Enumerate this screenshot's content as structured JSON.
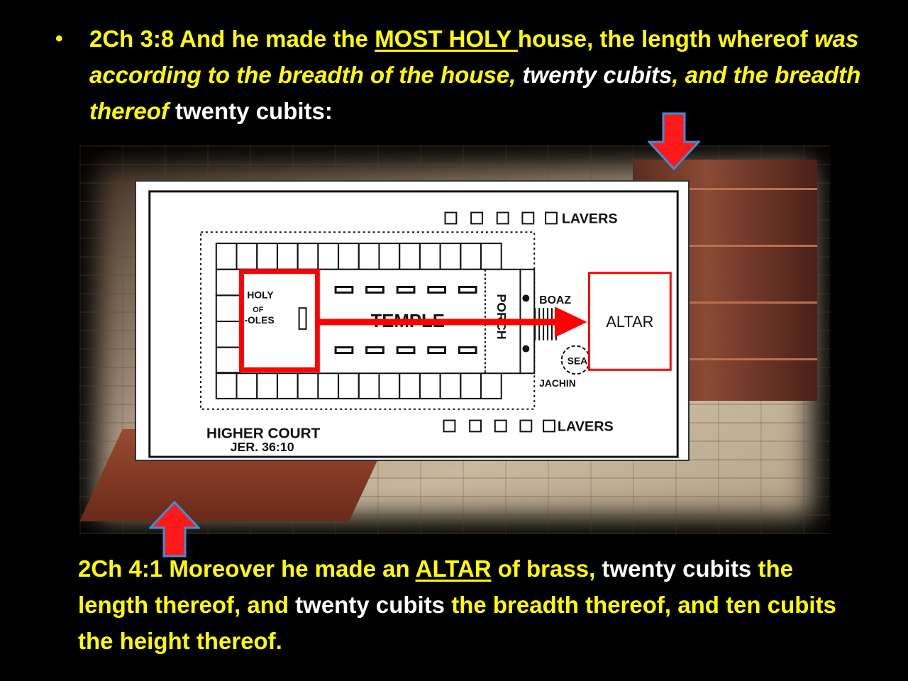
{
  "top_verse": {
    "bullet": "•",
    "ref": "2Ch 3:8  And he made the ",
    "most_holy": "MOST HOLY ",
    "p1": "house, the length whereof ",
    "p2_italic": "was according to the breadth of the house,",
    "p3_white": " twenty cubits",
    "p4": ", and the breadth thereof",
    "p5_white": " twenty cubits:"
  },
  "bottom_verse": {
    "p1": "2Ch 4:1  Moreover he made an ",
    "altar": "ALTAR",
    "p2": " of brass, ",
    "p3_white": "twenty cubits ",
    "p4": "the length thereof, and ",
    "p5_white": "twenty cubits ",
    "p6": "the breadth thereof, and ten cubits the height thereof."
  },
  "plan": {
    "lavers_top": "LAVERS",
    "lavers_bottom": "LAVERS",
    "holy_line1": "HOLY",
    "holy_line2": "OF",
    "holy_line3": "-OLES",
    "temple": "TEMPLE",
    "porch": "PORCH",
    "boaz": "BOAZ",
    "jachin": "JACHIN",
    "sea": "SEA",
    "altar": "ALTAR",
    "higher_court": "HIGHER COURT",
    "jer": "JER. 36:10"
  },
  "colors": {
    "verse_yellow": "#ffff00",
    "verse_white": "#ffffff",
    "highlight_red": "#ff0000",
    "arrow_blue": "#3b8fd8"
  },
  "icons": {
    "arrow_down": "red-arrow-down-icon",
    "arrow_up": "red-arrow-up-icon"
  }
}
